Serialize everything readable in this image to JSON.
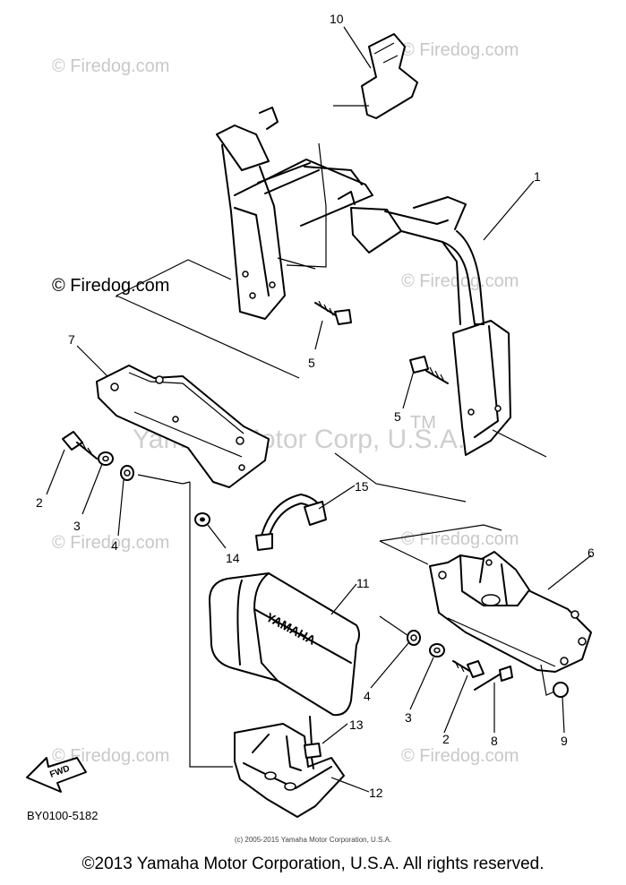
{
  "watermarks": {
    "brand": "© Firedog.com",
    "corp": "Yamaha Motor Corp, U.S.A.",
    "tm": "TM"
  },
  "callouts": [
    "1",
    "2",
    "3",
    "4",
    "5",
    "6",
    "7",
    "8",
    "9",
    "10",
    "11",
    "12",
    "13",
    "14",
    "15"
  ],
  "diagram_code": "BY0100-5182",
  "fwd_label": "FWD",
  "battery_label": "YAMAHA",
  "copyright_small": "(c) 2005-2015 Yamaha Motor Corporation, U.S.A.",
  "copyright_main": "©2013 Yamaha Motor Corporation, U.S.A. All rights reserved."
}
